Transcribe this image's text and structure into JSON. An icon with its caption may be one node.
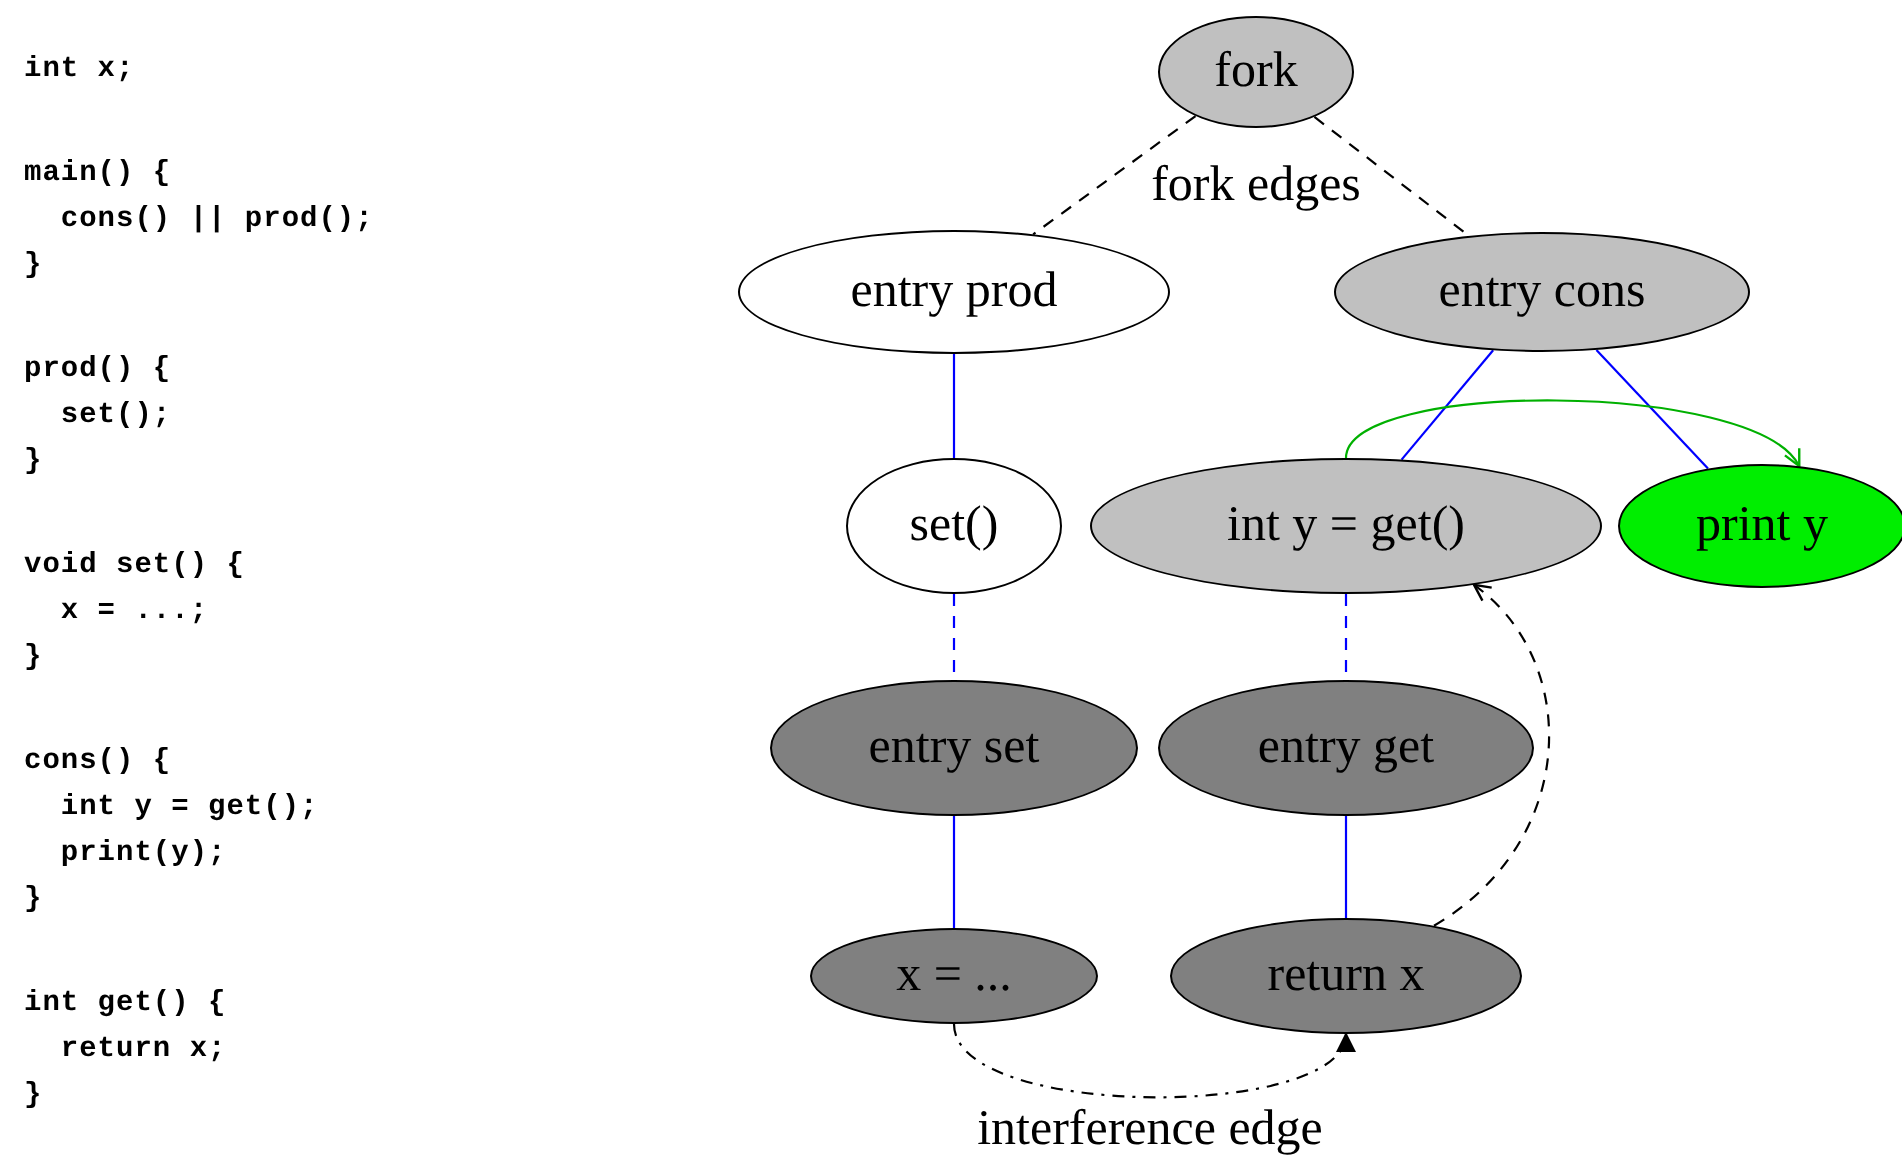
{
  "diagram": {
    "nodes": [
      {
        "text": [
          "fork"
        ]
      },
      {
        "text": [
          "entry prod"
        ]
      },
      {
        "text": [
          "entry cons"
        ]
      },
      {
        "text": [
          "set()"
        ]
      },
      {
        "text": [
          "int y = get()"
        ]
      },
      {
        "text": [
          "print y"
        ]
      },
      {
        "text": [
          "entry set"
        ]
      },
      {
        "text": [
          "entry get"
        ]
      },
      {
        "text": [
          "x = ..."
        ]
      },
      {
        "text": [
          "return x"
        ]
      }
    ],
    "edges": [
      {
        "from": 0,
        "to": 1,
        "arrow": "none",
        "style": "dashed",
        "color": "#000000"
      },
      {
        "from": 0,
        "to": 2,
        "arrow": "none",
        "style": "dashed",
        "color": "#000000"
      },
      {
        "from": 1,
        "to": 3,
        "arrow": "none"
      },
      {
        "from": 2,
        "to": 4,
        "arrow": "none"
      },
      {
        "from": 2,
        "to": 5,
        "arrow": "none"
      },
      {
        "from": 4,
        "to": 5,
        "arrow": "to",
        "color": "#00b000"
      },
      {
        "from": 3,
        "to": 6,
        "arrow": "none",
        "style": "dashed"
      },
      {
        "from": 4,
        "to": 7,
        "arrow": "none",
        "style": "dashed"
      },
      {
        "from": 6,
        "to": 8,
        "arrow": "none"
      },
      {
        "from": 7,
        "to": 9,
        "arrow": "none"
      },
      {
        "from": 9,
        "to": 4,
        "arrow": "to",
        "style": "dashed",
        "color": "#000000"
      },
      {
        "from": 8,
        "to": 9,
        "arrow": "to",
        "style": "dashed",
        "color": "#000000",
        "label": "interference edge"
      }
    ],
    "labels": [
      "int x;",
      "main() {",
      "  cons() || prod();",
      "}",
      "prod() {",
      "  set();",
      "}",
      "void set() {",
      "  x = ...;",
      "}",
      "cons() {",
      "  int y = get();",
      "  print(y);",
      "}",
      "int get() {",
      "  return x;",
      "}",
      "fork edges"
    ]
  }
}
